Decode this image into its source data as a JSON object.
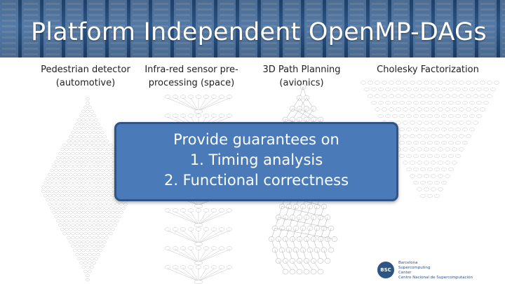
{
  "title": "Platform Independent OpenMP-DAGs",
  "columns": [
    {
      "line1": "Pedestrian detector",
      "line2": "(automotive)"
    },
    {
      "line1": "Infra-red sensor pre-",
      "line2": "processing (space)"
    },
    {
      "line1": "3D Path Planning",
      "line2": "(avionics)"
    },
    {
      "line1": "Cholesky Factorization",
      "line2": ""
    }
  ],
  "callout": {
    "line1": "Provide guarantees on",
    "line2": "1. Timing analysis",
    "line3": "2. Functional correctness"
  },
  "logo": {
    "mark": "BSC",
    "line1": "Barcelona",
    "line2": "Supercomputing",
    "line3": "Center",
    "line4": "Centro Nacional de Supercomputación"
  },
  "colors": {
    "banner": "#2c5585",
    "callout_fill": "#4a7bb8",
    "callout_border": "#2f5488"
  }
}
